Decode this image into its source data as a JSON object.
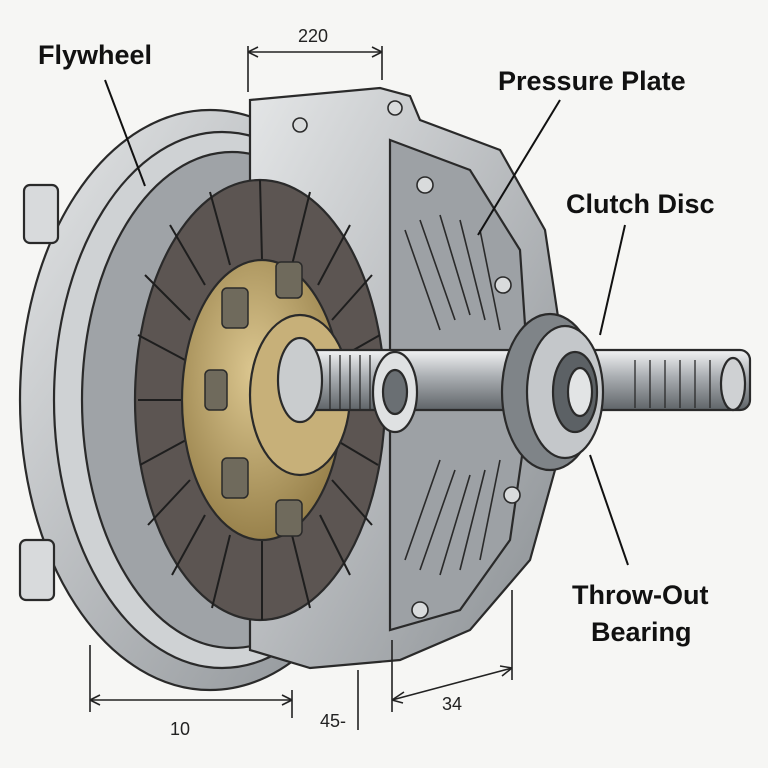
{
  "labels": {
    "flywheel": "Flywheel",
    "pressure_plate": "Pressure Plate",
    "clutch_disc": "Clutch Disc",
    "throw_out_line1": "Throw-Out",
    "throw_out_line2": "Bearing"
  },
  "dimensions": {
    "top": "220",
    "bottom_left": "10",
    "bottom_mid": "45-",
    "bottom_right": "34"
  },
  "colors": {
    "metal": "#b9bcbf",
    "metal_dark": "#7d8286",
    "friction": "#5c5552",
    "brass": "#b39a5a",
    "ink": "#2a2a2a"
  }
}
